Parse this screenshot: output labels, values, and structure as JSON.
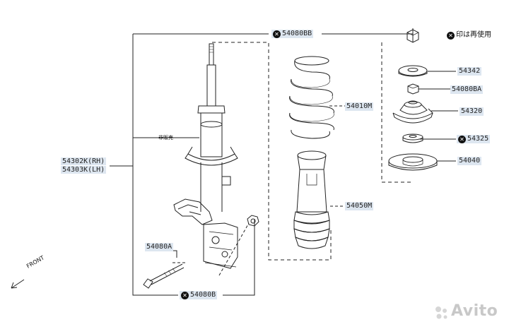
{
  "legend": {
    "mark": "✕",
    "text": "印は再使用"
  },
  "labels": {
    "l54080bb": "54080BB",
    "l54010m": "54010M",
    "l54342": "54342",
    "l54080ba": "54080BA",
    "l54320": "54320",
    "l54325": "54325",
    "l54040": "54040",
    "l54050m": "54050M",
    "l54302k": "54302K(RH)",
    "l54303k": "54303K(LH)",
    "l54080a": "54080A",
    "l54080b": "54080B",
    "hirenaku": "非販売"
  },
  "front": "FRONT",
  "watermark": "Avito"
}
